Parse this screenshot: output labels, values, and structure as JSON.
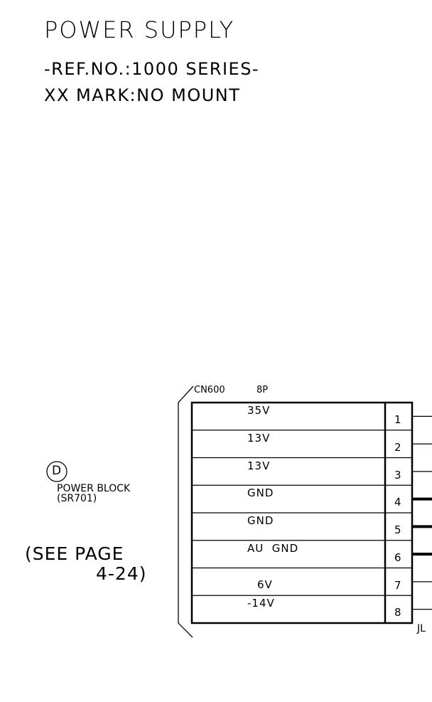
{
  "header": {
    "title": "POWER SUPPLY",
    "ref": "-REF.NO.:1000 SERIES-",
    "note": "XX MARK:NO MOUNT"
  },
  "block": {
    "marker": "D",
    "name": "POWER BLOCK",
    "part": "(SR701)",
    "see_line1": "(SEE PAGE",
    "see_line2": "4-24)"
  },
  "connector": {
    "name": "CN600",
    "pins_label": "8P",
    "suffix_label": "JL",
    "pins": [
      {
        "num": "1",
        "signal": "35V",
        "bold": false
      },
      {
        "num": "2",
        "signal": "13V",
        "bold": false
      },
      {
        "num": "3",
        "signal": "13V",
        "bold": false
      },
      {
        "num": "4",
        "signal": "GND",
        "bold": true
      },
      {
        "num": "5",
        "signal": "GND",
        "bold": true
      },
      {
        "num": "6",
        "signal": "AU  GND",
        "bold": true
      },
      {
        "num": "7",
        "signal": "6V",
        "bold": false
      },
      {
        "num": "8",
        "signal": "-14V",
        "bold": false
      }
    ]
  }
}
